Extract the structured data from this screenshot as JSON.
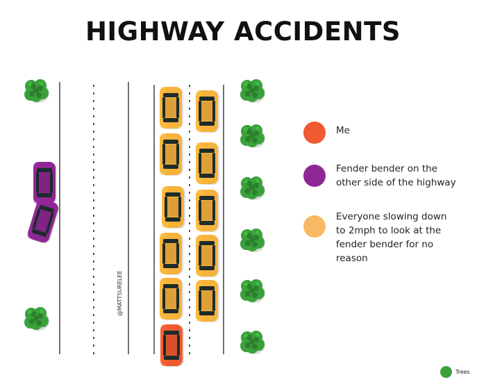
{
  "title": "HIGHWAY ACCIDENTS",
  "credit": "@MATTSURELEE",
  "legend": [
    {
      "label": "Me",
      "color": "#f05a30"
    },
    {
      "label": "Fender bender on the other side of the highway",
      "color": "#8e2793"
    },
    {
      "label": "Everyone slowing down to 2mph to look at the fender bender for no reason",
      "color": "#f7b964"
    }
  ],
  "trees_legend": {
    "label": "Trees",
    "color": "#3aa13a"
  },
  "colors": {
    "me_car": "#f05a30",
    "fender_car": "#8e2793",
    "slow_car": "#f7b23c",
    "tree": "#3aa13a",
    "window": "#1d2b2b"
  },
  "icons": [
    "car-icon",
    "tree-icon"
  ]
}
